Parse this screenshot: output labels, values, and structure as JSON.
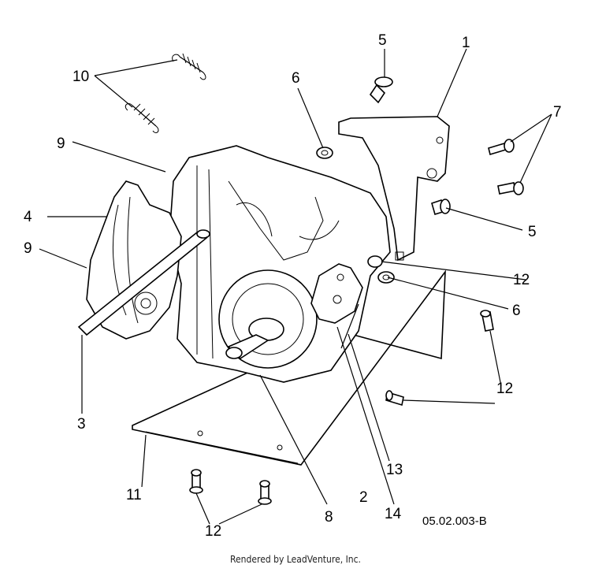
{
  "callouts": {
    "c1": "1",
    "c2": "2",
    "c3": "3",
    "c4": "4",
    "c5a": "5",
    "c5b": "5",
    "c6a": "6",
    "c6b": "6",
    "c7": "7",
    "c8": "8",
    "c9a": "9",
    "c9b": "9",
    "c10": "10",
    "c11": "11",
    "c12a": "12",
    "c12b": "12",
    "c12c": "12",
    "c13": "13",
    "c14": "14"
  },
  "diagram_ref": "05.02.003-B",
  "footer": "Rendered by LeadVenture, Inc."
}
